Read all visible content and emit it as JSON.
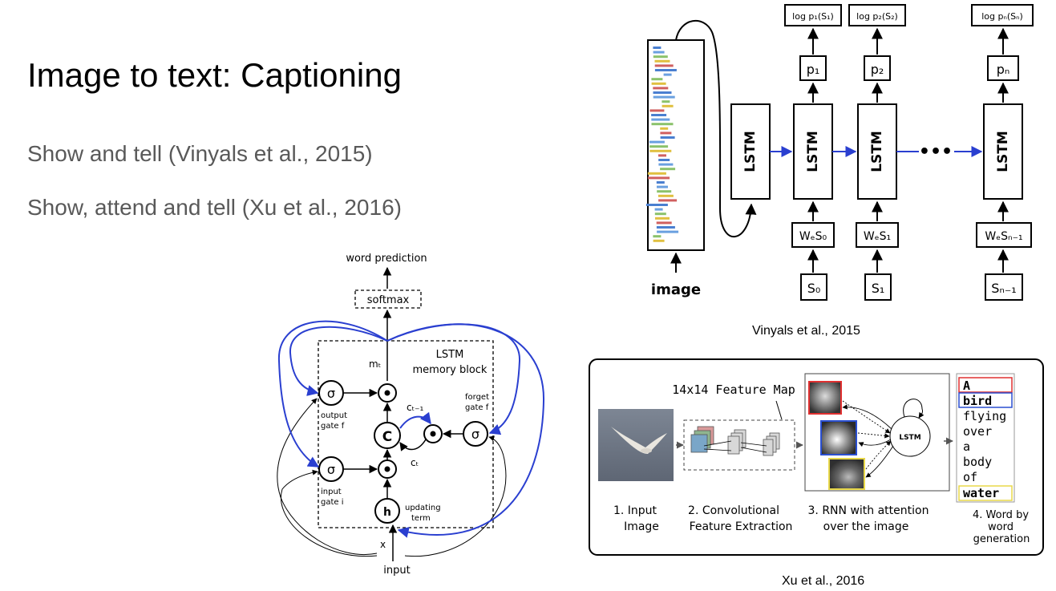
{
  "slide": {
    "title": "Image to text: Captioning",
    "bullets": [
      "Show and tell (Vinyals et al., 2015)",
      "Show, attend and tell (Xu et al., 2016)"
    ],
    "caption_vinyals": "Vinyals et al., 2015",
    "caption_xu": "Xu et al., 2016"
  },
  "lstm_diagram": {
    "word_prediction": "word prediction",
    "softmax": "softmax",
    "block_title_1": "LSTM",
    "block_title_2": "memory block",
    "m_t": "mₜ",
    "sigma": "σ",
    "odot": "⊙",
    "cell": "C",
    "h": "h",
    "c_prev": "cₜ₋₁",
    "c_t": "cₜ",
    "output_gate_1": "output",
    "output_gate_2": "gate f",
    "forget_gate_1": "forget",
    "forget_gate_2": "gate f",
    "input_gate_1": "input",
    "input_gate_2": "gate i",
    "updating_1": "updating",
    "updating_2": "term",
    "x": "x",
    "input": "input"
  },
  "vinyals_diagram": {
    "image_label": "image",
    "lstm": "LSTM",
    "dots": "•••",
    "logp": [
      "log p₁(S₁)",
      "log p₂(S₂)",
      "log pₙ(Sₙ)"
    ],
    "p": [
      "p₁",
      "p₂",
      "pₙ"
    ],
    "we": [
      "WₑS₀",
      "WₑS₁",
      "WₑSₙ₋₁"
    ],
    "s": [
      "S₀",
      "S₁",
      "Sₙ₋₁"
    ]
  },
  "xu_diagram": {
    "feature_map": "14x14 Feature Map",
    "lstm": "LSTM",
    "words": [
      "A",
      "bird",
      "flying",
      "over",
      "a",
      "body",
      "of",
      "water"
    ],
    "step1": [
      "1. Input",
      "Image"
    ],
    "step2": [
      "2. Convolutional",
      "Feature Extraction"
    ],
    "step3": [
      "3. RNN with attention",
      "over the image"
    ],
    "step4": [
      "4. Word by",
      "word",
      "generation"
    ],
    "colors": {
      "red": "#e03030",
      "blue": "#2a4fd0",
      "yellow": "#e8d84a"
    }
  },
  "colors": {
    "arrow_blue": "#2a3fd0"
  }
}
